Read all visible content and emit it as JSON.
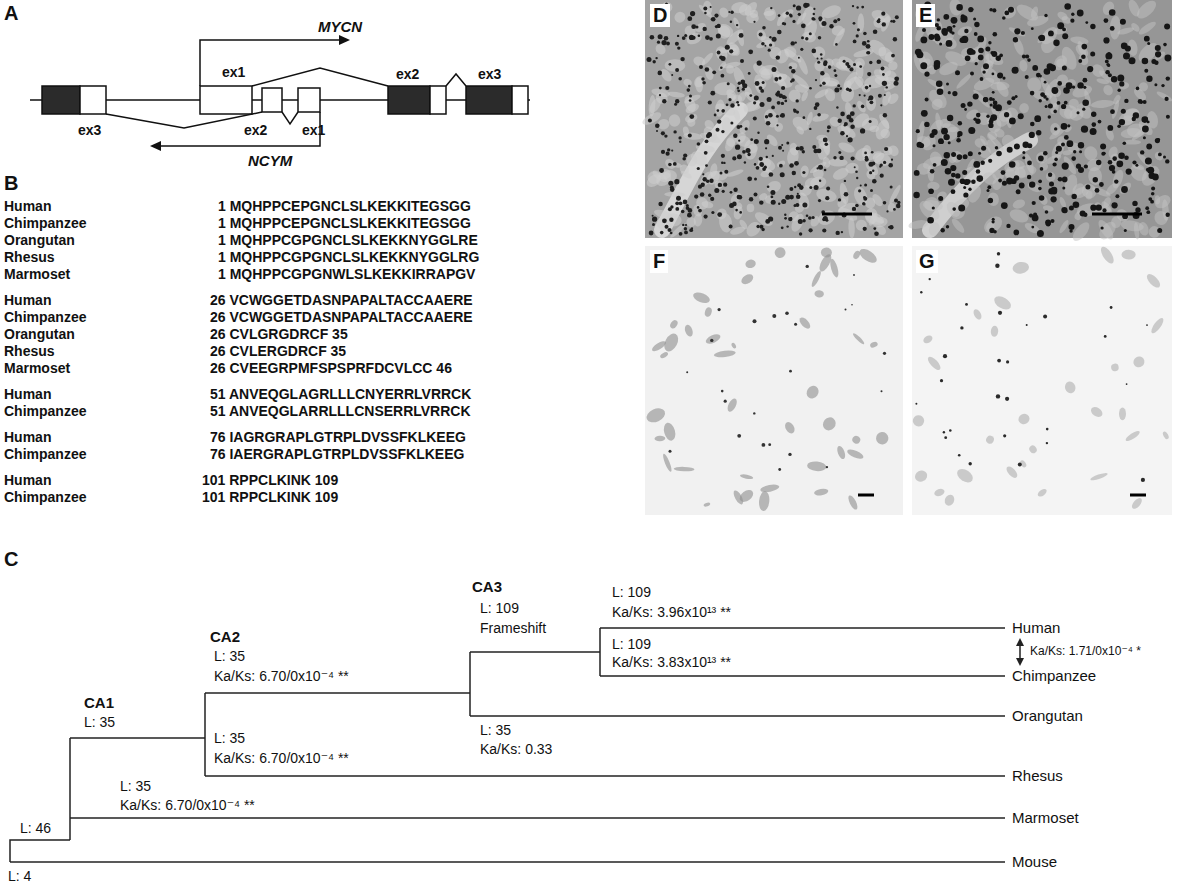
{
  "diagram": {
    "labels": [
      "A",
      "MYCN",
      "ex1",
      "ex2",
      "ex3",
      "ex3",
      "ex2",
      "ex1",
      "NCYM",
      "B",
      "Human",
      "1 MQHPPCEPGNCLSLKEKKITEGSGG",
      "Chimpanzee",
      "1 MQHPPCEPGNCLSLKEKKITEGSGG",
      "Orangutan",
      "1 MQHPPCGPGNCLSLKEKKNYGGLRE",
      "Rhesus",
      "1 MQHPPCGPGNCLSLKEKKNYGGLRG",
      "Marmoset",
      "1 MQHPPCGPGNWLSLKEKKIRRAPGV",
      "Human",
      "26 VCWGGETDASNPAPALTACCAAERE",
      "Chimpanzee",
      "26 VCWGGETDASNPAPALTACCAAERE",
      "Orangutan",
      "26 CVLGRGDRCF 35",
      "Rhesus",
      "26 CVLERGDRCF 35",
      "Marmoset",
      "26 CVEEGRPMFSPSPRFDCVLCC 46",
      "Human",
      "51 ANVEQGLAGRLLLCNYERRLVRRCK",
      "Chimpanzee",
      "51 ANVEQGLARRLLLCNSERRLVRRCK",
      "Human",
      "76 IAGRGRAPLGTRPLDVSSFKLKEEG",
      "Chimpanzee",
      "76 IAERGRAPLGTRPLDVSSFKLKEEG",
      "Human",
      "101 RPPCLKINK 109",
      "Chimpanzee",
      "101 RPPCLKINK 109",
      "C",
      "CA1",
      "L: 35",
      "CA2",
      "L: 35",
      "Ka/Ks: 6.70/0x10⁻⁴ **",
      "CA3",
      "L: 109",
      "Frameshift",
      "L: 109",
      "Ka/Ks: 3.96x10¹³ **",
      "L: 109",
      "Ka/Ks: 3.83x10¹³ **",
      "Human",
      "Ka/Ks: 1.71/0x10⁻⁴ *",
      "Chimpanzee",
      "L: 35",
      "Ka/Ks: 0.33",
      "Orangutan",
      "L: 35",
      "Ka/Ks: 6.70/0x10⁻⁴ **",
      "Rhesus",
      "L: 35",
      "Ka/Ks: 6.70/0x10⁻⁴ **",
      "Marmoset",
      "L: 46",
      "Mouse",
      "L: 4",
      "D",
      "E",
      "F",
      "G"
    ]
  }
}
